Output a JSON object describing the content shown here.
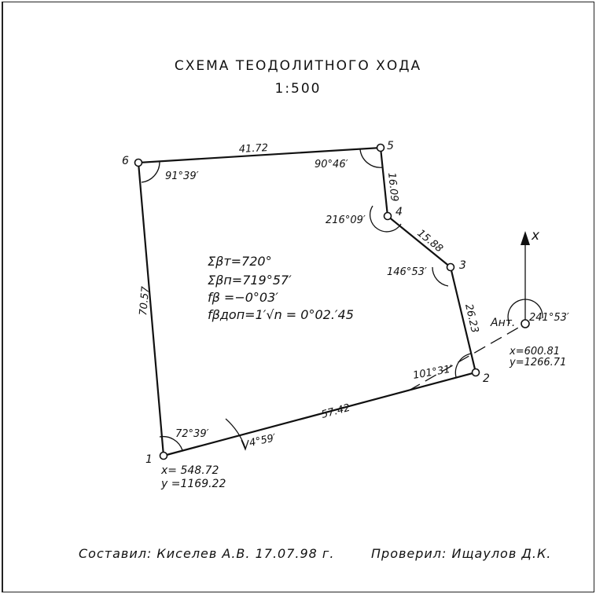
{
  "title": "СХЕМА ТЕОДОЛИТНОГО ХОДА",
  "scale": "1:500",
  "points": [
    {
      "id": "1",
      "label": "1"
    },
    {
      "id": "2",
      "label": "2"
    },
    {
      "id": "3",
      "label": "3"
    },
    {
      "id": "4",
      "label": "4"
    },
    {
      "id": "5",
      "label": "5"
    },
    {
      "id": "6",
      "label": "6"
    },
    {
      "id": "ant",
      "label": "Ант."
    }
  ],
  "sides": {
    "s12": "57.42",
    "s23": "26.23",
    "s34": "15.88",
    "s45": "16.09",
    "s56": "41.72",
    "s61": "70.57"
  },
  "angles": {
    "a1": "72°39′",
    "a1_dir": "4°59′",
    "a2": "101°31′",
    "a3": "146°53′",
    "a4": "216°09′",
    "a5": "90°46′",
    "a6": "91°39′",
    "a_ant": "241°53′"
  },
  "coords": {
    "p1_x": "x= 548.72",
    "p1_y": "y =1169.22",
    "ant_x": "x=600.81",
    "ant_y": "y=1266.71"
  },
  "north_axis": "x",
  "formulas": {
    "sum_t": "Σβт=720°",
    "sum_p": "Σβп=719°57′",
    "f_beta": "fβ =−0°03′",
    "f_dop": "fβдоп=1′√n = 0°02.′45"
  },
  "footer": {
    "compiled": "Составил:  Киселев А.В. 17.07.98 г.",
    "checked": "Проверил: Ищаулов Д.К."
  }
}
